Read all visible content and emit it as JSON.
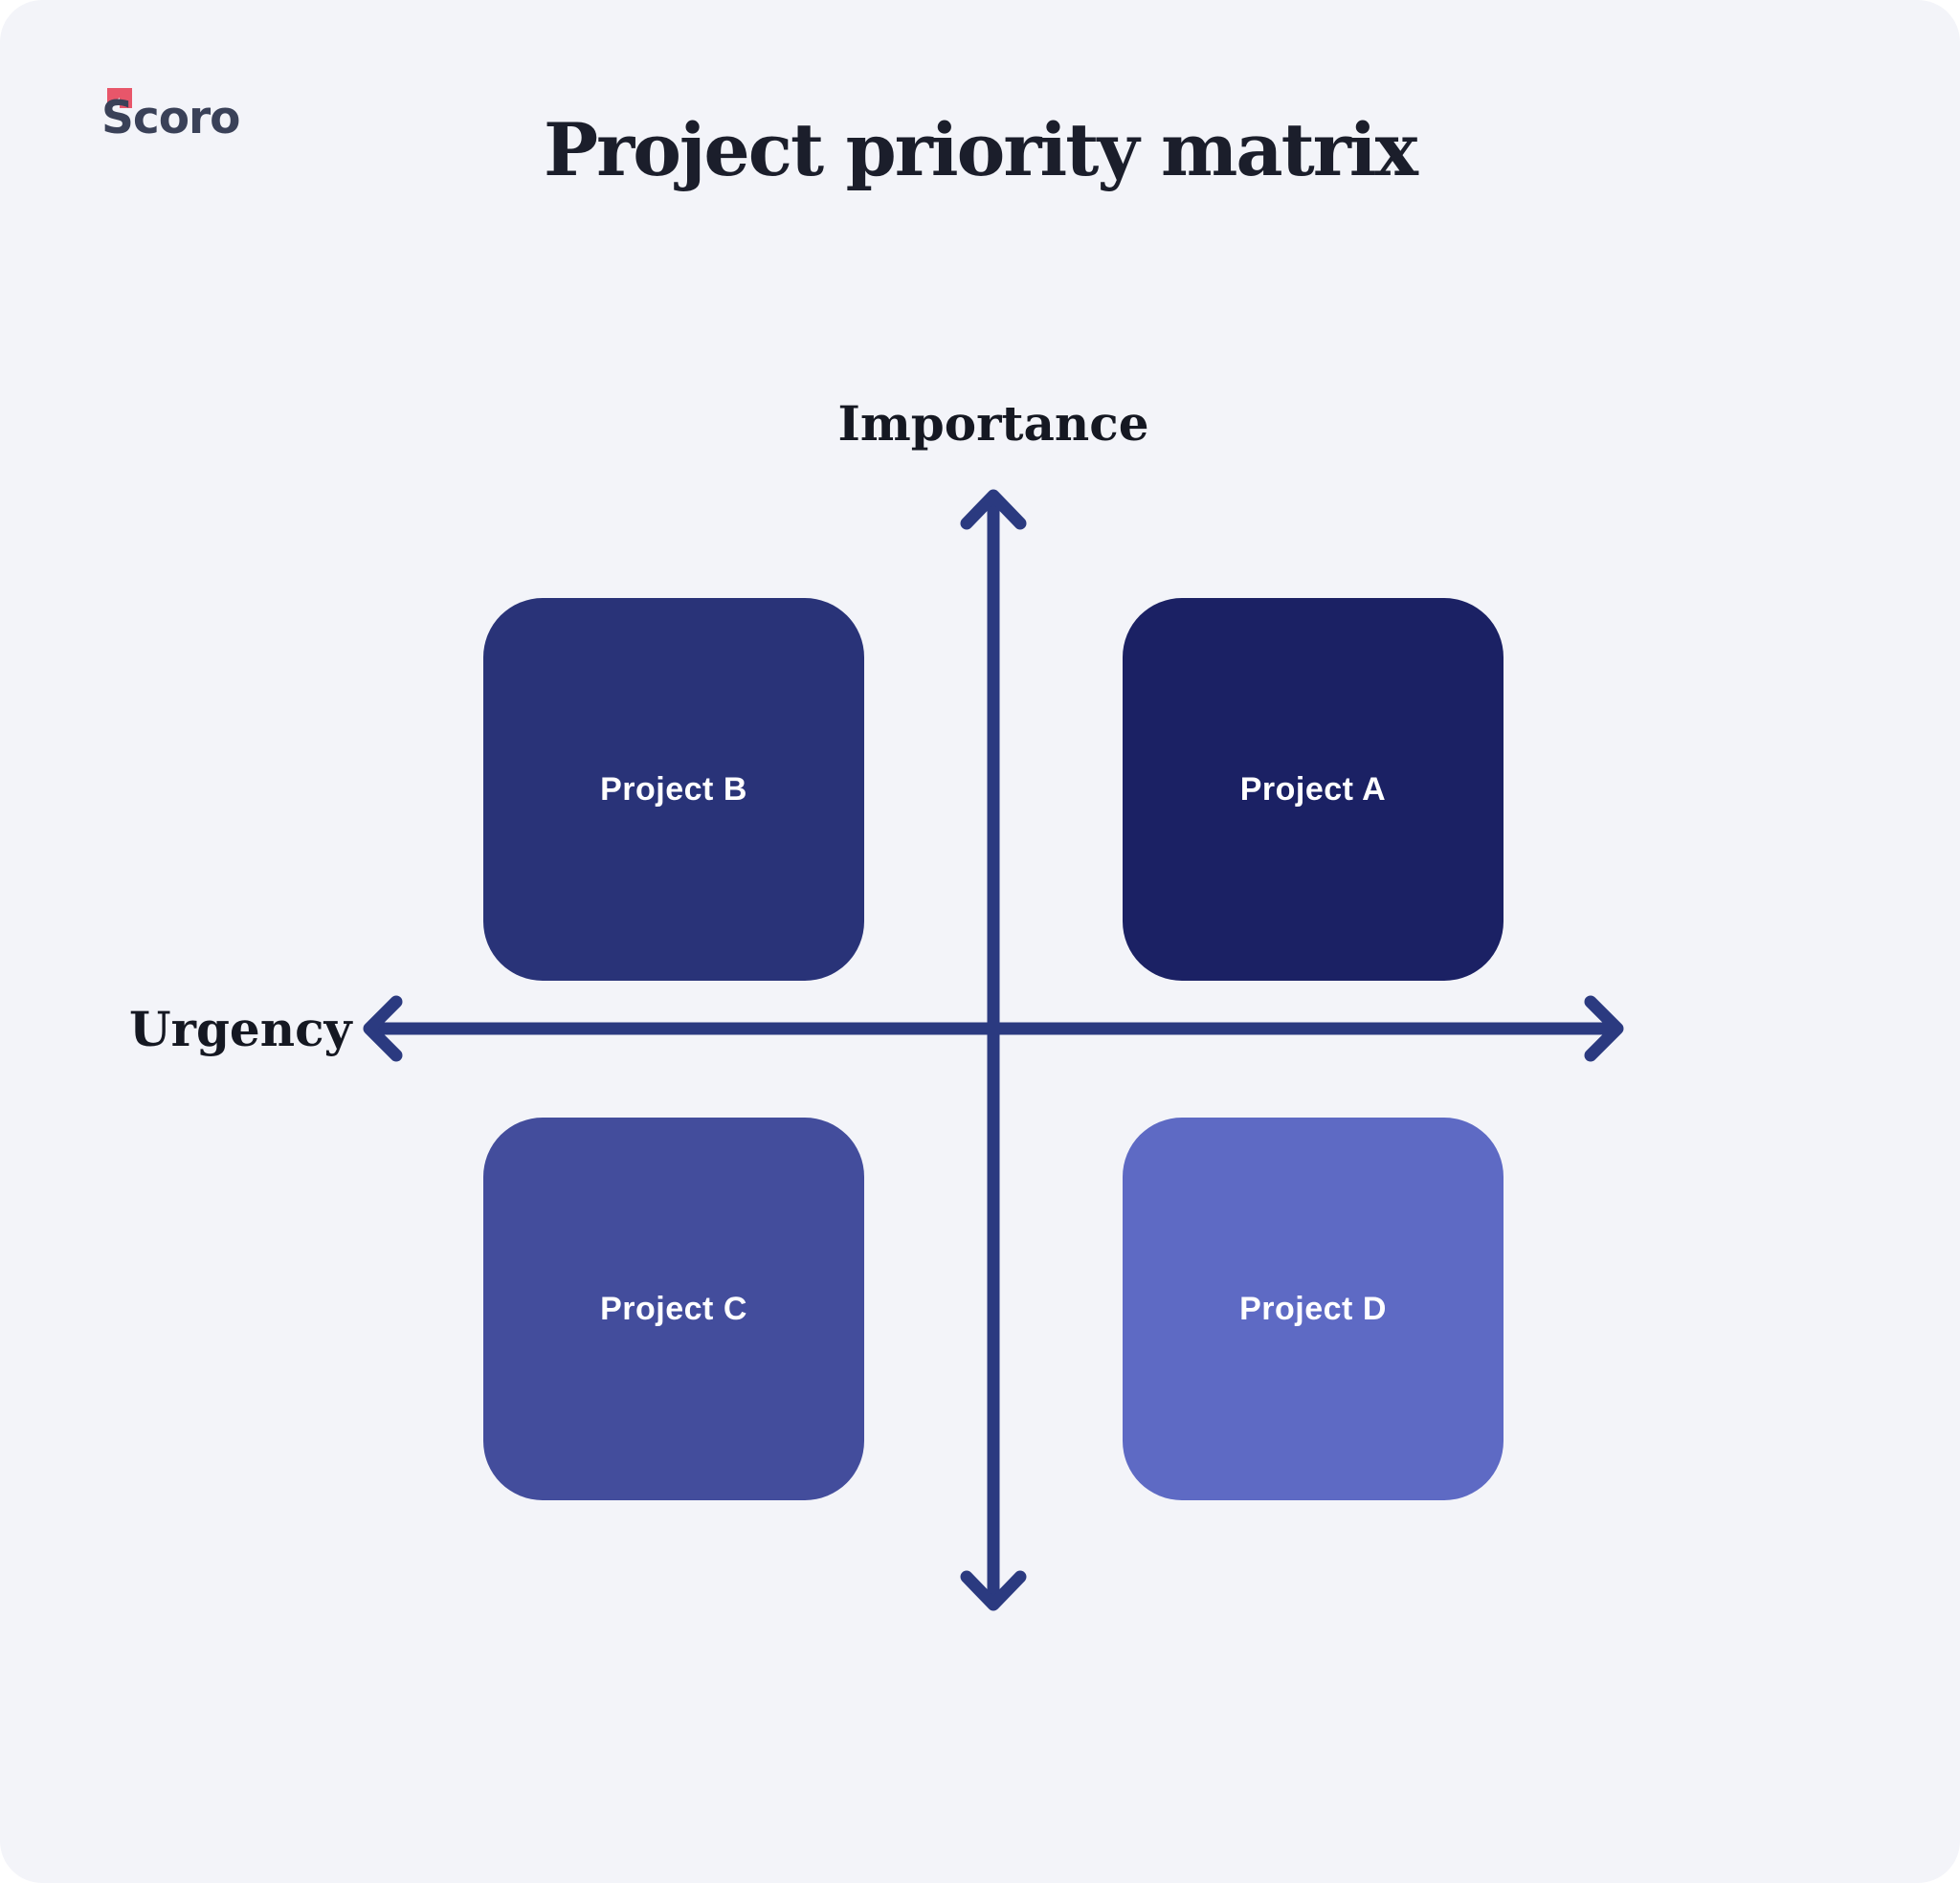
{
  "page": {
    "background_color": "#F3F4F9",
    "title": "Project priority matrix",
    "title_color": "#1B1E2B"
  },
  "logo": {
    "text": "Scoro",
    "text_color": "#3A4158",
    "mark_color": "#E8566A"
  },
  "axes": {
    "vertical_label": "Importance",
    "horizontal_label": "Urgency",
    "color": "#2B3A80"
  },
  "quadrants": [
    {
      "position": "top-left",
      "label": "Project B",
      "color": "#293378"
    },
    {
      "position": "top-right",
      "label": "Project A",
      "color": "#1B2164"
    },
    {
      "position": "bottom-left",
      "label": "Project C",
      "color": "#434D9C"
    },
    {
      "position": "bottom-right",
      "label": "Project D",
      "color": "#5E6AC4"
    }
  ]
}
